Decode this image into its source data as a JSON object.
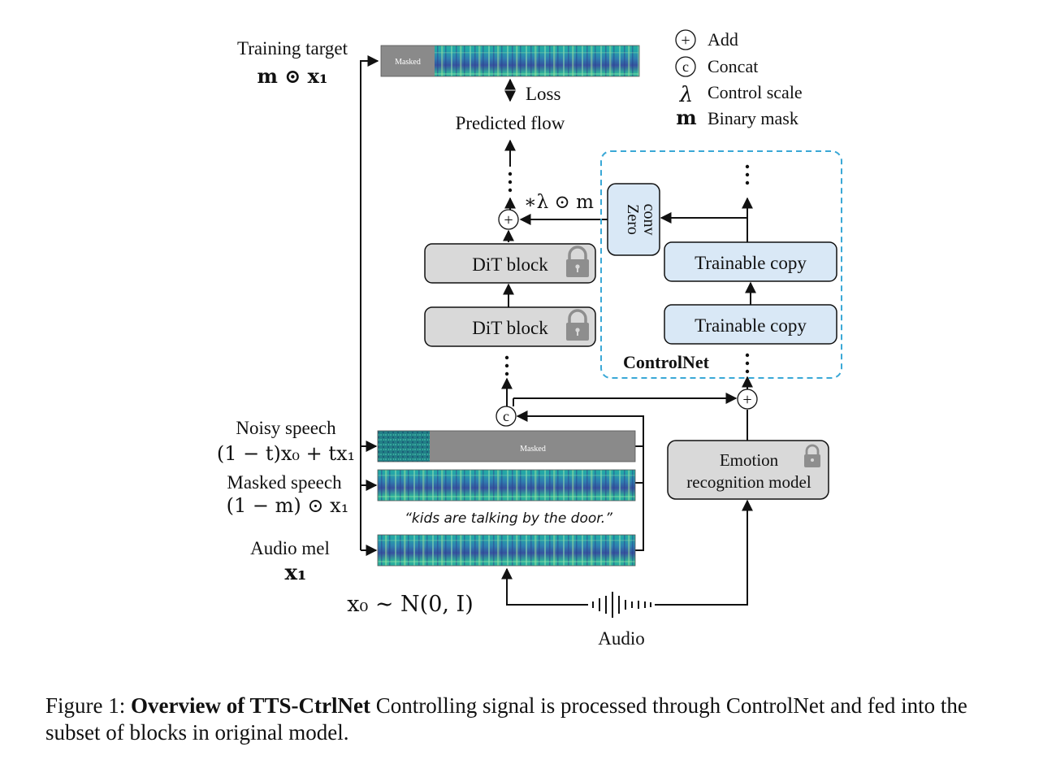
{
  "legend": [
    {
      "symbol": "+",
      "label": "Add"
    },
    {
      "symbol": "c",
      "label": "Concat"
    },
    {
      "symbol": "λ",
      "label": "Control scale"
    },
    {
      "symbol": "m",
      "label": "Binary mask"
    }
  ],
  "labels": {
    "training_target": "Training target",
    "training_target_math": "m ⊙ x₁",
    "loss": "Loss",
    "predicted_flow": "Predicted flow",
    "control_scale_math": "∗λ ⊙ m",
    "zero_conv_line1": "Zero",
    "zero_conv_line2": "conv",
    "dit_block_top": "DiT block",
    "dit_block_bottom": "DiT block",
    "trainable_copy_top": "Trainable copy",
    "trainable_copy_bottom": "Trainable copy",
    "controlnet": "ControlNet",
    "concat_symbol": "c",
    "add_symbol": "+",
    "noisy_speech": "Noisy speech",
    "noisy_speech_math": "(1 − t)x₀ + tx₁",
    "masked_speech": "Masked speech",
    "masked_speech_math": "(1 − m) ⊙ x₁",
    "audio_mel": "Audio mel",
    "audio_mel_math": "x₁",
    "noise_math": "x₀ ∼ N(0, I)",
    "emotion_line1": "Emotion",
    "emotion_line2": "recognition model",
    "audio": "Audio",
    "transcript": "“kids are talking by the door.”",
    "masked_tag_top": "Masked",
    "masked_tag_noisy": "Masked"
  },
  "caption": {
    "prefix": "Figure 1: ",
    "bold": "Overview of TTS-CtrlNet",
    "rest": " Controlling signal is processed through ControlNet and fed into the subset of blocks in original model."
  },
  "colors": {
    "frozen_block": "#d9d9d9",
    "trainable_block": "#d9e8f6",
    "controlnet_border": "#3aa8d6",
    "mask_gray": "#8a8a8a",
    "lock_gray": "#8e8e8e"
  }
}
